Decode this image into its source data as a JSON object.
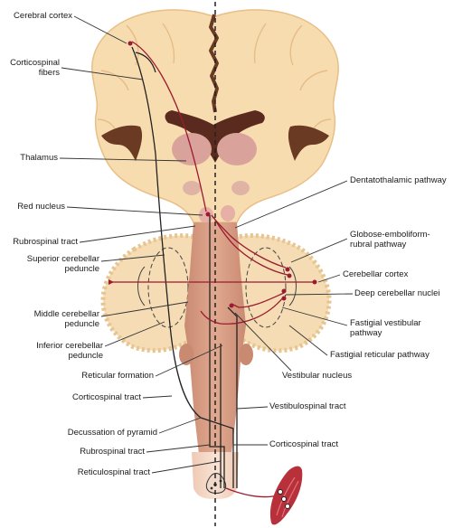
{
  "labels": {
    "cerebral_cortex": "Cerebral cortex",
    "corticospinal_fibers": "Corticospinal\nfibers",
    "thalamus": "Thalamus",
    "red_nucleus": "Red nucleus",
    "rubrospinal_tract_upper": "Rubrospinal tract",
    "superior_cerebellar_peduncle": "Superior cerebellar\npeduncle",
    "middle_cerebellar_peduncle": "Middle cerebellar\npeduncle",
    "inferior_cerebellar_peduncle": "Inferior cerebellar\npeduncle",
    "reticular_formation": "Reticular formation",
    "corticospinal_tract_left": "Corticospinal tract",
    "decussation_of_pyramid": "Decussation of pyramid",
    "rubrospinal_tract_lower": "Rubrospinal tract",
    "reticulospinal_tract": "Reticulospinal tract",
    "dentatothalamic_pathway": "Dentatothalamic pathway",
    "globose_emboliform_rubral_pathway": "Globose-emboliform-\nrubral pathway",
    "cerebellar_cortex": "Cerebellar cortex",
    "deep_cerebellar_nuclei": "Deep cerebellar nuclei",
    "fastigial_vestibular_pathway": "Fastigial vestibular\npathway",
    "fastigial_reticular_pathway": "Fastigial reticular pathway",
    "vestibular_nucleus": "Vestibular nucleus",
    "vestibulospinal_tract": "Vestibulospinal tract",
    "corticospinal_tract_right": "Corticospinal tract"
  },
  "colors": {
    "brain_fill": "#f7dcb0",
    "brain_outline": "#e8bf86",
    "sulcus": "#6a3a22",
    "ventricle": "#5b2a1f",
    "thalamus": "#d9a39b",
    "brainstem": "#c98a72",
    "cerebellum": "#f5dcb4",
    "pathway": "#9b1b30",
    "black_tract": "#222222",
    "muscle": "#b8303a"
  }
}
